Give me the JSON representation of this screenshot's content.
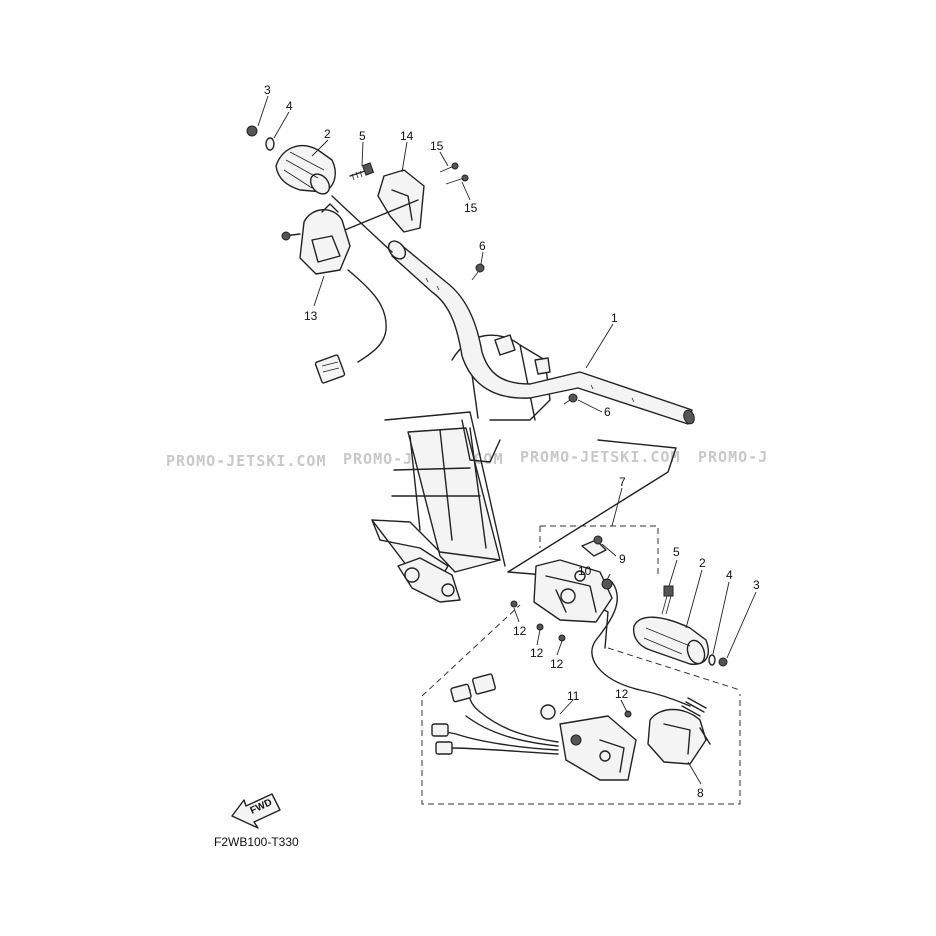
{
  "diagram_code": "F2WB100-T330",
  "watermark": {
    "items": [
      "PROMO-JETSKI.COM",
      "PROMO-JETSKI.COM",
      "PROMO-JETSKI.COM",
      "PROMO-J"
    ]
  },
  "fwd_label": "FWD",
  "callouts": [
    {
      "id": "c-3a",
      "label": "3"
    },
    {
      "id": "c-4a",
      "label": "4"
    },
    {
      "id": "c-2a",
      "label": "2"
    },
    {
      "id": "c-5a",
      "label": "5"
    },
    {
      "id": "c-14",
      "label": "14"
    },
    {
      "id": "c-15a",
      "label": "15"
    },
    {
      "id": "c-15b",
      "label": "15"
    },
    {
      "id": "c-6a",
      "label": "6"
    },
    {
      "id": "c-13",
      "label": "13"
    },
    {
      "id": "c-1",
      "label": "1"
    },
    {
      "id": "c-6b",
      "label": "6"
    },
    {
      "id": "c-7",
      "label": "7"
    },
    {
      "id": "c-9",
      "label": "9"
    },
    {
      "id": "c-10",
      "label": "10"
    },
    {
      "id": "c-5b",
      "label": "5"
    },
    {
      "id": "c-2b",
      "label": "2"
    },
    {
      "id": "c-4b",
      "label": "4"
    },
    {
      "id": "c-3b",
      "label": "3"
    },
    {
      "id": "c-12a",
      "label": "12"
    },
    {
      "id": "c-12b",
      "label": "12"
    },
    {
      "id": "c-12c",
      "label": "12"
    },
    {
      "id": "c-11",
      "label": "11"
    },
    {
      "id": "c-12d",
      "label": "12"
    },
    {
      "id": "c-8",
      "label": "8"
    }
  ]
}
